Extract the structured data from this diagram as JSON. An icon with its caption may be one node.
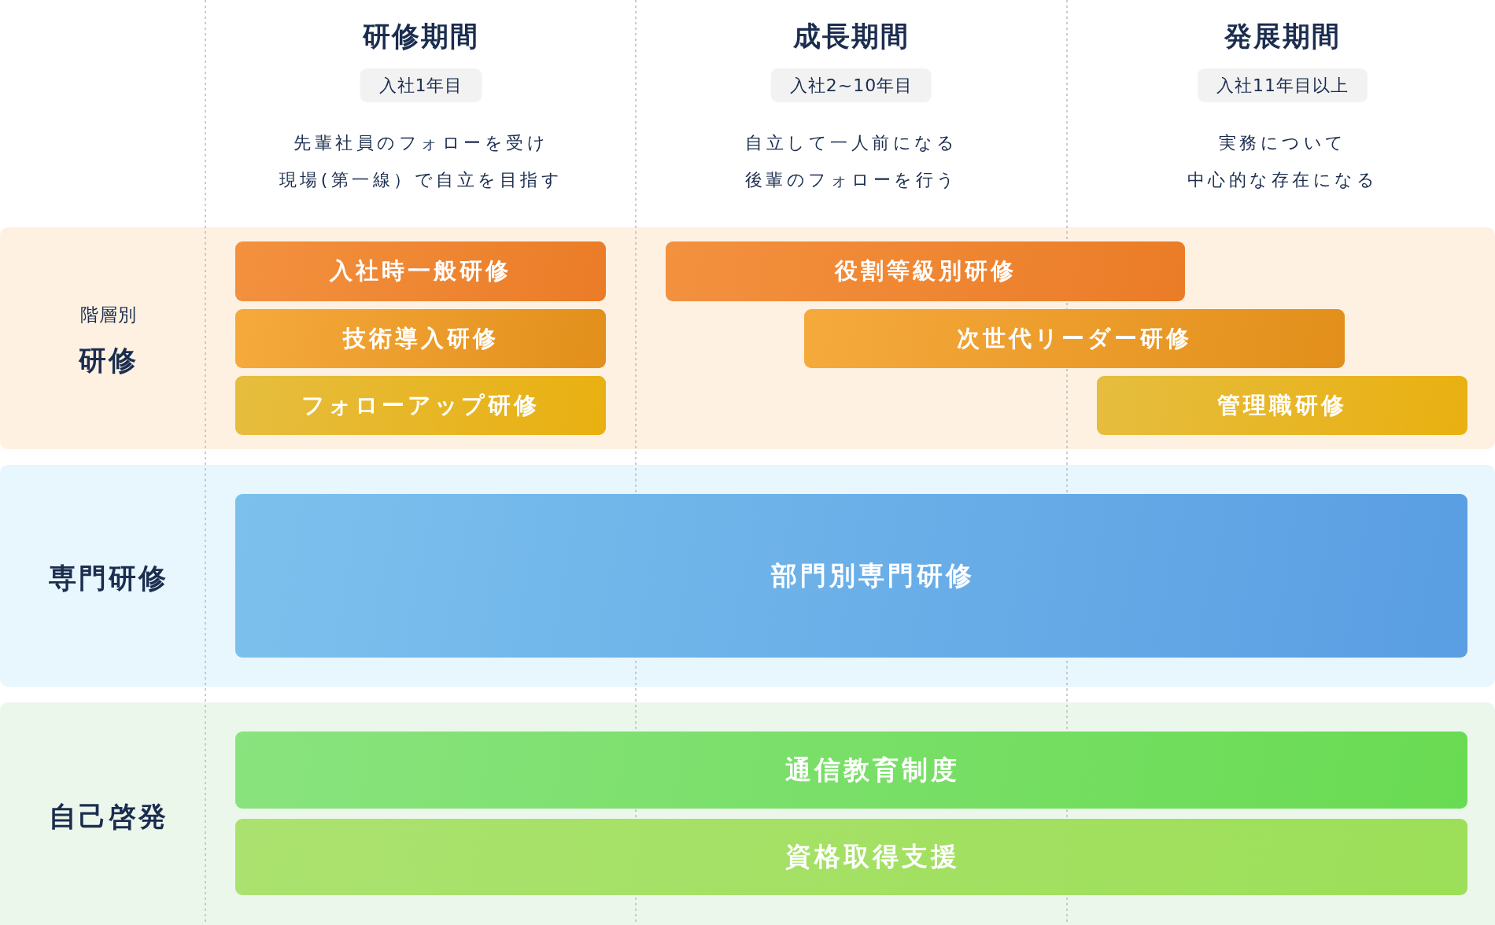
{
  "diagram": {
    "nodes": [
      {
        "text": [
          "入社1年目"
        ],
        "beside": [
          "研修期間"
        ]
      },
      {
        "text": [
          "入社2~10年目"
        ],
        "beside": [
          "成長期間"
        ]
      },
      {
        "text": [
          "入社11年目以上"
        ],
        "beside": [
          "発展期間"
        ]
      },
      {
        "text": [
          "階層別",
          "研修"
        ]
      },
      {
        "text": [
          "入社時一般研修"
        ],
        "in": 3
      },
      {
        "text": [
          "役割等級別研修"
        ],
        "in": 3
      },
      {
        "text": [
          "技術導入研修"
        ],
        "in": 3
      },
      {
        "text": [
          "次世代リーダー研修"
        ],
        "in": 3
      },
      {
        "text": [
          "フォローアップ研修"
        ],
        "in": 3
      },
      {
        "text": [
          "管理職研修"
        ],
        "in": 3
      },
      {
        "text": [
          "専門研修"
        ]
      },
      {
        "text": [
          "部門別専門研修"
        ],
        "in": 10
      },
      {
        "text": [
          "自己啓発"
        ]
      },
      {
        "text": [
          "通信教育制度"
        ],
        "in": 12
      },
      {
        "text": [
          "資格取得支援"
        ],
        "in": 12
      }
    ],
    "labels": [
      "先輩社員のフォローを受け現場(第一線）で自立を目指す",
      "自立して一人前になる後輩のフォローを行う",
      "実務について中心的な存在になる"
    ]
  }
}
